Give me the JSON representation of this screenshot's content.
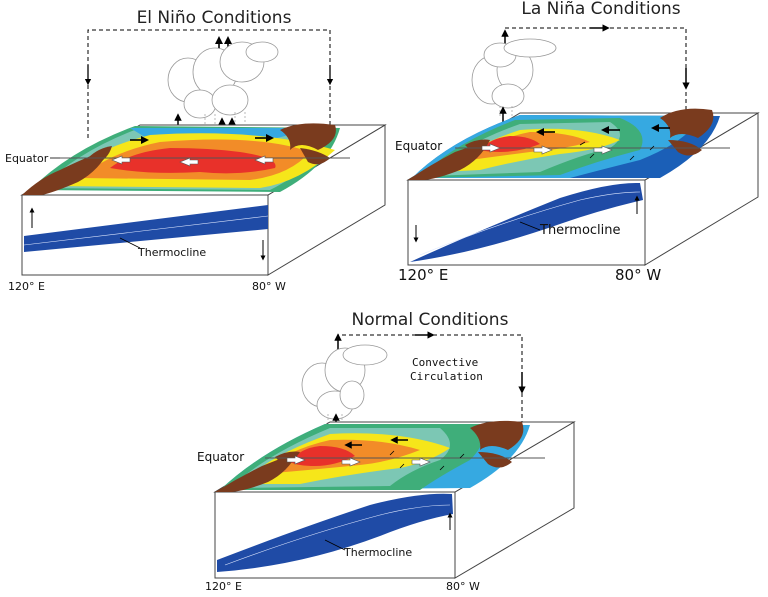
{
  "colors": {
    "warm_core": "#e8312a",
    "warm_orange": "#f28c28",
    "warm_yellow": "#f6e61a",
    "mid_teal": "#7cc7b4",
    "mid_green": "#3fae7a",
    "cool_cyan": "#36a9e1",
    "cool_blue": "#1b5fb7",
    "thermocline_blue": "#1f4ba6",
    "land_brown": "#7a3b1e"
  },
  "panels": {
    "el_nino": {
      "title": "El Niño Conditions",
      "equator_label": "Equator",
      "thermocline_label": "Thermocline",
      "west_label": "120° E",
      "east_label": "80° W"
    },
    "la_nina": {
      "title": "La Niña Conditions",
      "equator_label": "Equator",
      "thermocline_label": "Thermocline",
      "west_label": "120° E",
      "east_label": "80° W"
    },
    "normal": {
      "title": "Normal Conditions",
      "equator_label": "Equator",
      "thermocline_label": "Thermocline",
      "west_label": "120° E",
      "east_label": "80° W",
      "convective_label_line1": "Convective",
      "convective_label_line2": "Circulation"
    }
  }
}
